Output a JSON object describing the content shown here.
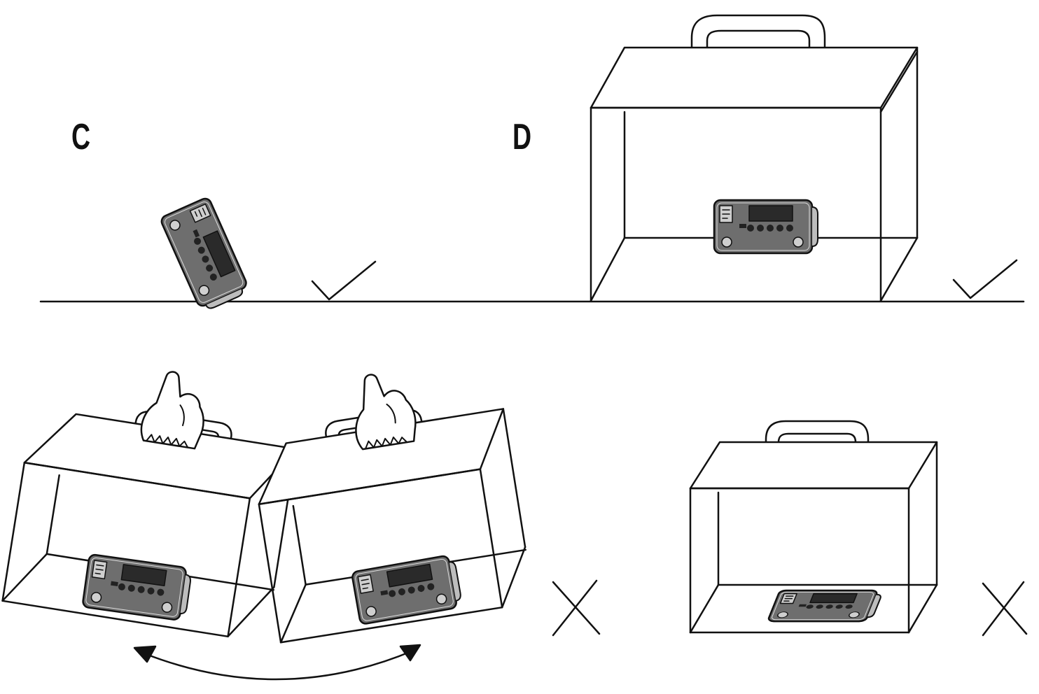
{
  "panels": [
    {
      "id": "c",
      "label": "C",
      "verdict": "correct"
    },
    {
      "id": "d",
      "label": "D",
      "verdict": "correct"
    },
    {
      "id": "swing",
      "label": "",
      "verdict": "incorrect"
    },
    {
      "id": "flat",
      "label": "",
      "verdict": "incorrect"
    }
  ],
  "colors": {
    "line": "#111111",
    "device_body": "#6e6e6e",
    "device_screen": "#2a2a2a",
    "paper": "#ffffff"
  },
  "icons": [
    "check-mark-icon",
    "cross-mark-icon",
    "hand-icon",
    "curved-double-arrow-icon",
    "device-icon",
    "carry-case-icon"
  ]
}
